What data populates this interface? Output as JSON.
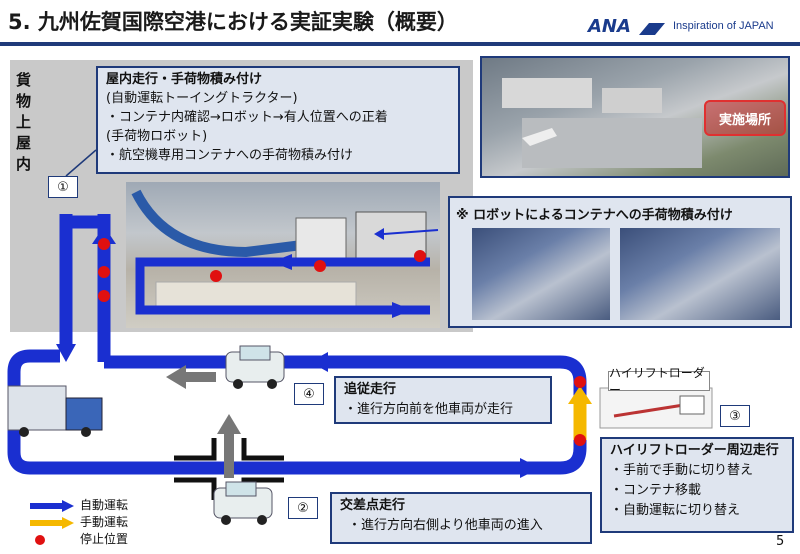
{
  "header": {
    "title": "5. 九州佐賀国際空港における実証実験（概要）",
    "logo_text": "ANA",
    "logo_tagline": "Inspiration of JAPAN"
  },
  "indoor": {
    "vertical_label": [
      "貨",
      "物",
      "上",
      "屋",
      "内"
    ],
    "box1": {
      "title": "屋内走行・手荷物積み付け",
      "lines": [
        "(自動運転トーイングトラクター)",
        "・コンテナ内確認→ロボット→有人位置への正着",
        "(手荷物ロボット)",
        "・航空機専用コンテナへの手荷物積み付け"
      ]
    },
    "badge1": "①"
  },
  "aerial": {
    "site_label": "実施場所"
  },
  "robot_panel": {
    "caption": "※ ロボットによるコンテナへの手荷物積み付け"
  },
  "steps": {
    "four": {
      "badge": "④",
      "title": "追従走行",
      "line": "・進行方向前を他車両が走行"
    },
    "two": {
      "badge": "②",
      "title": "交差点走行",
      "line": "・進行方向右側より他車両の進入"
    },
    "three": {
      "badge": "③",
      "title": "ハイリフトローダー周辺走行",
      "lines": [
        "・手前で手動に切り替え",
        "・コンテナ移載",
        "・自動運転に切り替え"
      ]
    }
  },
  "highlift_label": "ハイリフトローダー",
  "legend": {
    "auto": "自動運転",
    "manual": "手動運転",
    "stop": "停止位置"
  },
  "page_number": "5",
  "colors": {
    "route": "#1a2fd0",
    "manual": "#f5b800",
    "stop": "#e01010",
    "box_border": "#1f3a7a"
  }
}
